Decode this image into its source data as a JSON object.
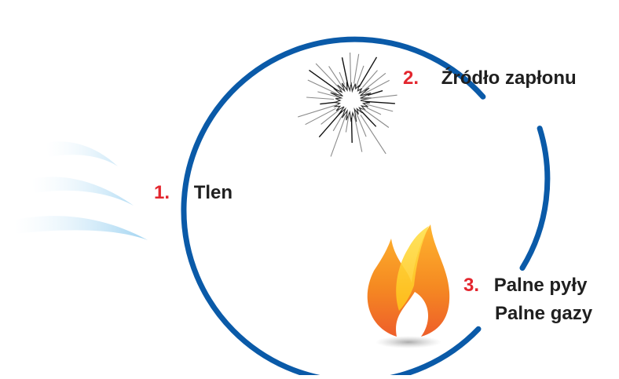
{
  "colors": {
    "ring": "#0a5aa8",
    "number": "#e3262e",
    "text": "#1f1f1f",
    "air": "#9fd3f1",
    "flame_outer": "#f06a28",
    "flame_inner": "#ffd21e",
    "spark": "#8a8a8a"
  },
  "icons": {
    "oxygen": "air-waves-icon",
    "ignition": "spark-icon",
    "fuel": "flame-icon"
  },
  "labels": {
    "oxygen": {
      "number": "1.",
      "text": "Tlen"
    },
    "ignition": {
      "number": "2.",
      "text": "Źródło zapłonu"
    },
    "fuel": {
      "number": "3.",
      "line1": "Palne pyły",
      "line2": "Palne gazy"
    }
  }
}
